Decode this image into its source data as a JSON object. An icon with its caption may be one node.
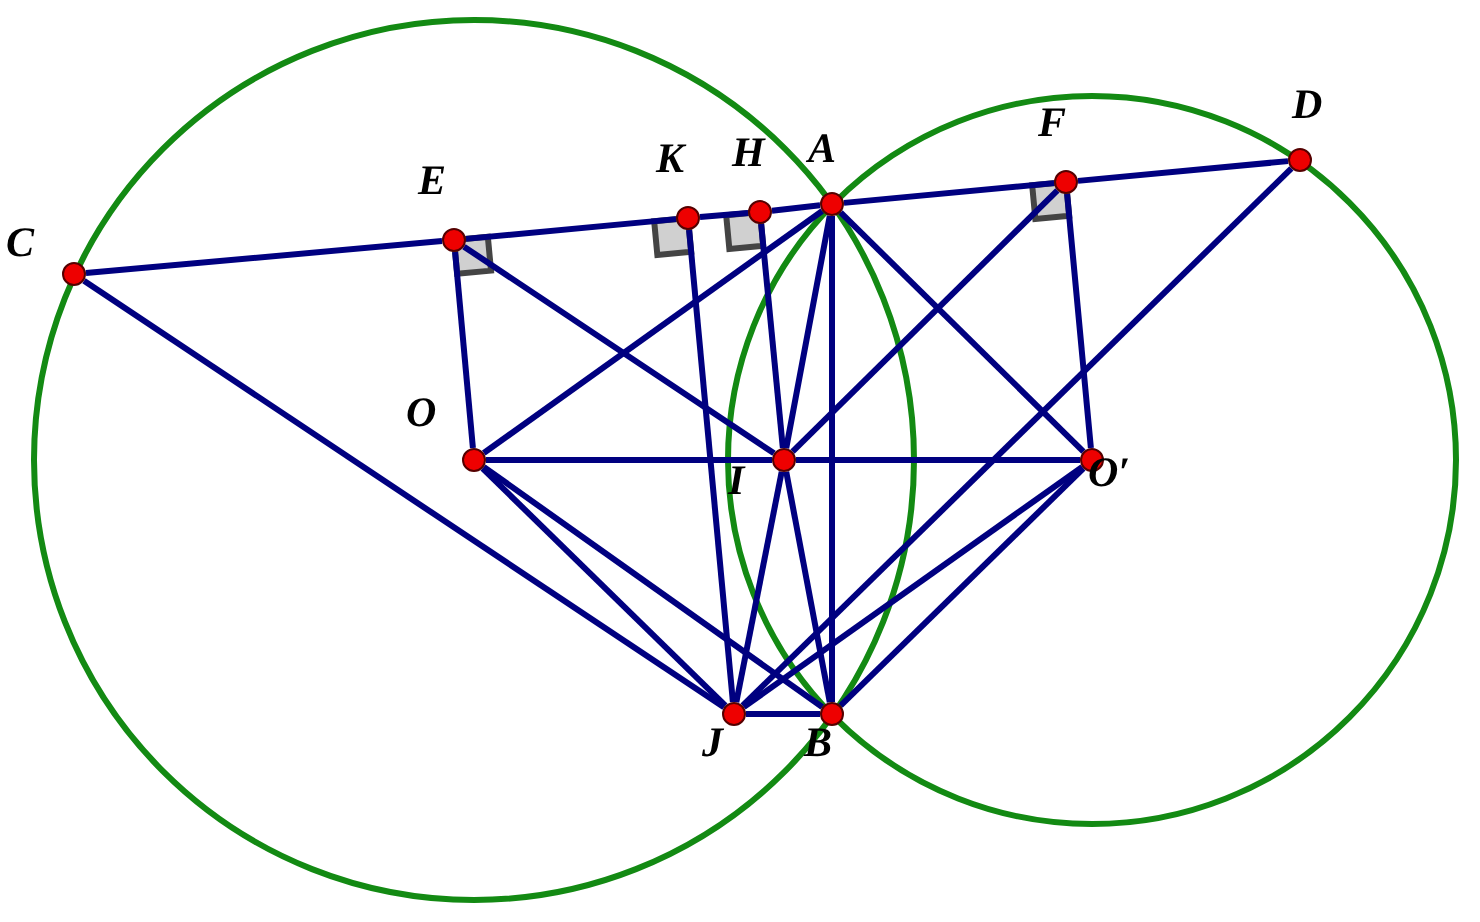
{
  "diagram": {
    "nodes": [
      {
        "text": [
          "C"
        ]
      },
      {
        "text": [
          "E"
        ]
      },
      {
        "text": [
          "K"
        ]
      },
      {
        "text": [
          "H"
        ]
      },
      {
        "text": [
          "A"
        ]
      },
      {
        "text": [
          "F"
        ]
      },
      {
        "text": [
          "D"
        ]
      },
      {
        "text": [
          "O"
        ]
      },
      {
        "text": [
          "I"
        ]
      },
      {
        "text": [
          "O′"
        ]
      },
      {
        "text": [
          "J"
        ]
      },
      {
        "text": [
          "B"
        ]
      }
    ],
    "edges": [
      {
        "from": 0,
        "to": 1,
        "arrow": "none"
      },
      {
        "from": 1,
        "to": 2,
        "arrow": "none"
      },
      {
        "from": 2,
        "to": 3,
        "arrow": "none"
      },
      {
        "from": 3,
        "to": 4,
        "arrow": "none"
      },
      {
        "from": 4,
        "to": 5,
        "arrow": "none"
      },
      {
        "from": 5,
        "to": 6,
        "arrow": "none"
      },
      {
        "from": 1,
        "to": 7,
        "arrow": "none"
      },
      {
        "from": 1,
        "to": 8,
        "arrow": "none"
      },
      {
        "from": 7,
        "to": 4,
        "arrow": "none"
      },
      {
        "from": 8,
        "to": 5,
        "arrow": "none"
      },
      {
        "from": 4,
        "to": 8,
        "arrow": "none"
      },
      {
        "from": 8,
        "to": 10,
        "arrow": "none"
      },
      {
        "from": 4,
        "to": 11,
        "arrow": "none"
      },
      {
        "from": 4,
        "to": 9,
        "arrow": "none"
      },
      {
        "from": 5,
        "to": 9,
        "arrow": "none"
      },
      {
        "from": 6,
        "to": 10,
        "arrow": "none"
      },
      {
        "from": 7,
        "to": 8,
        "arrow": "none"
      },
      {
        "from": 8,
        "to": 9,
        "arrow": "none"
      },
      {
        "from": 2,
        "to": 10,
        "arrow": "none"
      },
      {
        "from": 3,
        "to": 8,
        "arrow": "none"
      },
      {
        "from": 8,
        "to": 11,
        "arrow": "none"
      },
      {
        "from": 7,
        "to": 10,
        "arrow": "none"
      },
      {
        "from": 7,
        "to": 11,
        "arrow": "none"
      },
      {
        "from": 9,
        "to": 10,
        "arrow": "none"
      },
      {
        "from": 9,
        "to": 11,
        "arrow": "none"
      },
      {
        "from": 0,
        "to": 10,
        "arrow": "none"
      },
      {
        "from": 10,
        "to": 11,
        "arrow": "none"
      }
    ]
  }
}
